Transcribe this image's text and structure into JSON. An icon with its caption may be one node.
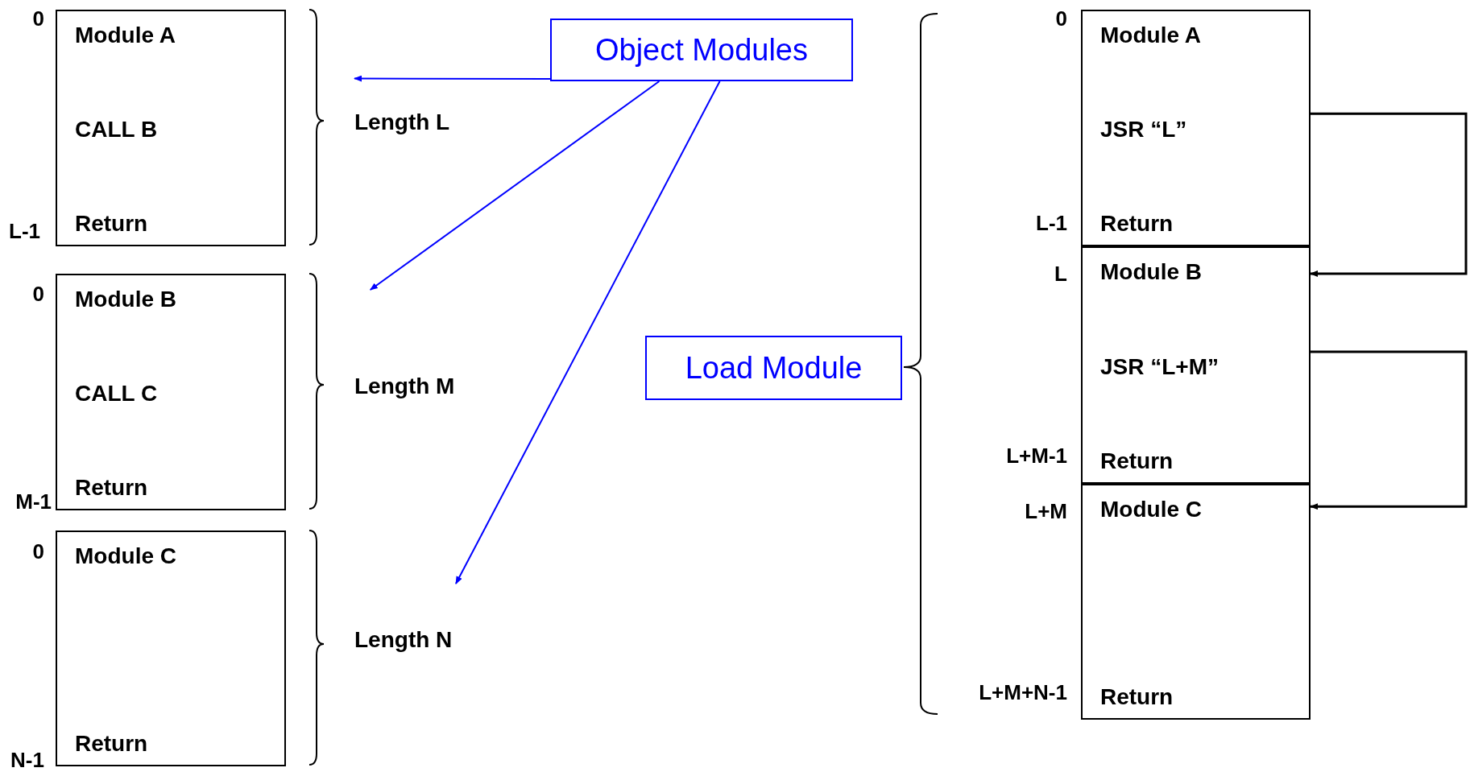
{
  "diagram": {
    "nodes": [
      {
        "text": [
          "Module A",
          "CALL B",
          "Return"
        ],
        "beside": [
          "0",
          "L-1"
        ]
      },
      {
        "text": [
          "Module B",
          "CALL C",
          "Return"
        ],
        "beside": [
          "0",
          "M-1"
        ]
      },
      {
        "text": [
          "Module C",
          "Return"
        ],
        "beside": [
          "0",
          "N-1"
        ]
      },
      {
        "text": [
          "Object Modules"
        ]
      },
      {
        "text": [
          "Length L"
        ]
      },
      {
        "text": [
          "Length M"
        ]
      },
      {
        "text": [
          "Length N"
        ]
      },
      {
        "text": [
          "Load Module"
        ]
      },
      {
        "text": [
          "Module A",
          "JSR “L”",
          "Return"
        ],
        "beside": [
          "0",
          "L-1"
        ]
      },
      {
        "text": [
          "Module B",
          "JSR “L+M”",
          "Return"
        ],
        "beside": [
          "L",
          "L+M-1"
        ]
      },
      {
        "text": [
          "Module C",
          "Return"
        ],
        "beside": [
          "L+M",
          "L+M+N-1"
        ]
      }
    ],
    "edges": [
      {
        "from": 3,
        "to": 4,
        "arrow": "to"
      },
      {
        "from": 3,
        "to": 5,
        "arrow": "to"
      },
      {
        "from": 3,
        "to": 6,
        "arrow": "to"
      },
      {
        "from": 8,
        "to": 9,
        "arrow": "to",
        "color": "#000000"
      },
      {
        "from": 9,
        "to": 10,
        "arrow": "to",
        "color": "#000000"
      }
    ]
  }
}
